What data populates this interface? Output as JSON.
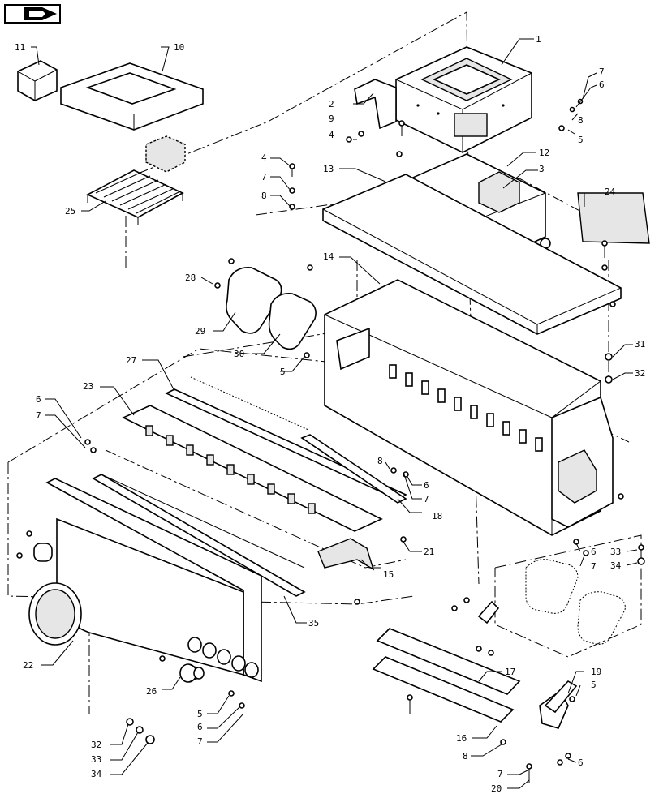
{
  "diagram": {
    "nav_icon": "book-arrow-icon",
    "callouts": [
      "1",
      "2",
      "3",
      "4",
      "4",
      "5",
      "5",
      "5",
      "5",
      "6",
      "6",
      "6",
      "6",
      "6",
      "7",
      "7",
      "7",
      "7",
      "7",
      "7",
      "8",
      "8",
      "8",
      "8",
      "9",
      "10",
      "11",
      "12",
      "13",
      "14",
      "15",
      "16",
      "17",
      "18",
      "19",
      "20",
      "21",
      "22",
      "23",
      "24",
      "25",
      "26",
      "27",
      "28",
      "29",
      "30",
      "31",
      "32",
      "32",
      "33",
      "33",
      "34",
      "34",
      "35"
    ]
  }
}
